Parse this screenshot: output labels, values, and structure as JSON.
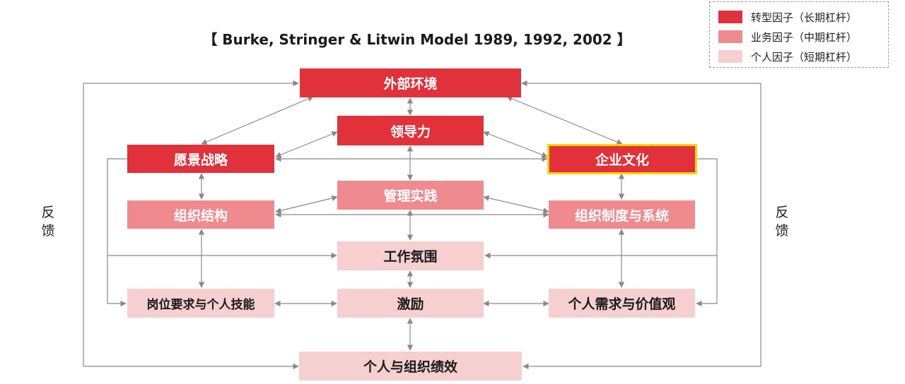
{
  "title": "【 Burke, Stringer & Litwin Model 1989, 1992, 2002 】",
  "legend": [
    {
      "label": "转型因子（长期杠杆）",
      "color": "#e1323c"
    },
    {
      "label": "业务因子（中期杠杆）",
      "color": "#ef8a8e"
    },
    {
      "label": "个人因子（短期杠杆）",
      "color": "#f6cfd1"
    }
  ],
  "nodes": {
    "external_environment": "外部环境",
    "leadership": "领导力",
    "mission_strategy": "愿景战略",
    "culture": "企业文化",
    "management_practices": "管理实践",
    "structure": "组织结构",
    "systems": "组织制度与系统",
    "work_climate": "工作氛围",
    "task_skills": "岗位要求与个人技能",
    "motivation": "激励",
    "needs_values": "个人需求与价值观",
    "performance": "个人与组织绩效"
  },
  "feedback_left": [
    "反",
    "馈"
  ],
  "feedback_right": [
    "反",
    "馈"
  ],
  "colors": {
    "transform": "#e1323c",
    "transaction": "#ef8a8e",
    "individual": "#f6cfd1",
    "highlight": "#ffd400",
    "arrow": "#8a8a8a"
  }
}
